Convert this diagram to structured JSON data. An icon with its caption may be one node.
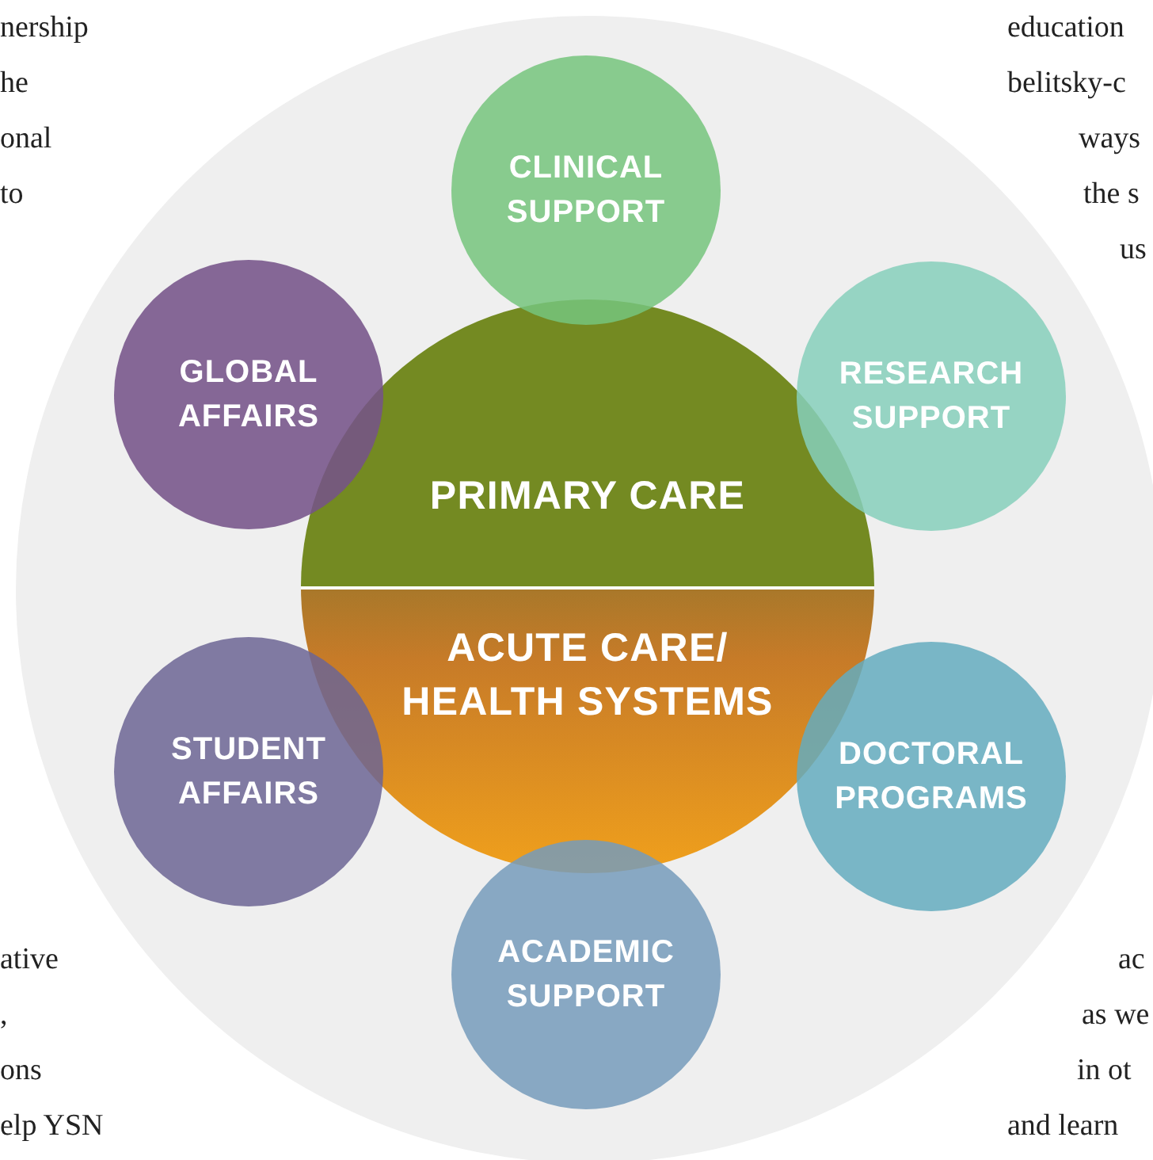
{
  "diagram": {
    "nodes": [
      {
        "text": [
          "PRIMARY CARE",
          "ACUTE CARE/ HEALTH SYSTEMS"
        ]
      },
      {
        "text": [
          "CLINICAL SUPPORT"
        ]
      },
      {
        "text": [
          "RESEARCH SUPPORT"
        ]
      },
      {
        "text": [
          "DOCTORAL PROGRAMS"
        ]
      },
      {
        "text": [
          "ACADEMIC SUPPORT"
        ]
      },
      {
        "text": [
          "STUDENT AFFAIRS"
        ]
      },
      {
        "text": [
          "GLOBAL AFFAIRS"
        ]
      }
    ],
    "labels": [
      "nership",
      "he",
      "onal",
      "to",
      "education",
      "belitsky-c",
      "ways",
      "the s",
      "us",
      "ative",
      ",",
      "ons",
      "elp YSN",
      "ac",
      "as we",
      "in ot",
      "and learn"
    ]
  }
}
